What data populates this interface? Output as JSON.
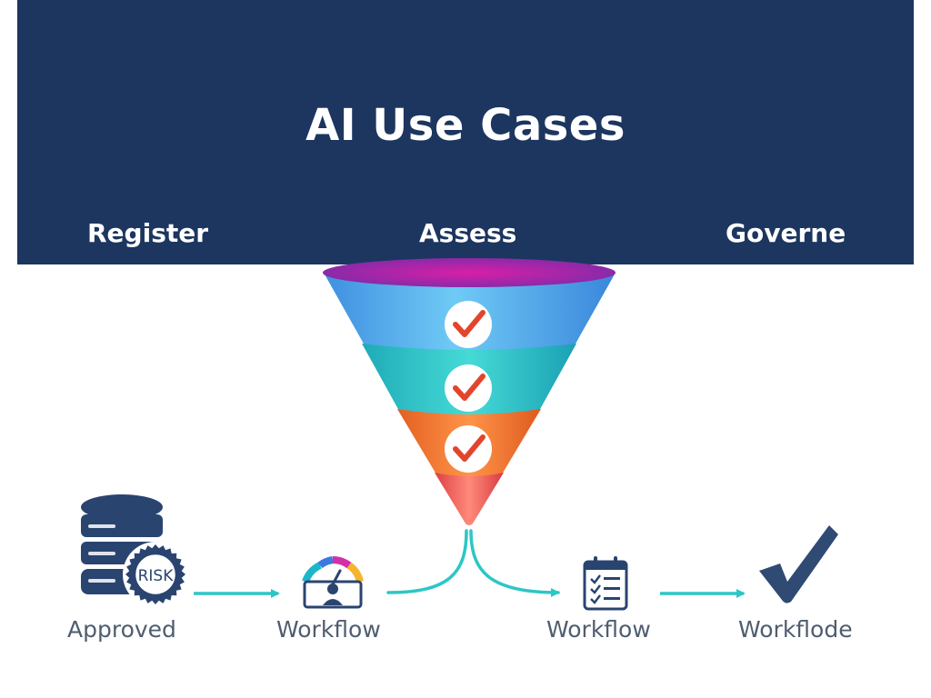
{
  "header": {
    "title": "AI Use Cases",
    "stages": [
      "Register",
      "Assess",
      "Governe"
    ]
  },
  "badge": {
    "text": "RISK"
  },
  "steps": [
    {
      "label": "Approved",
      "icon": "database-risk-icon"
    },
    {
      "label": "Workflow",
      "icon": "gauge-icon"
    },
    {
      "label": "Workflow",
      "icon": "checklist-icon"
    },
    {
      "label": "Workflode",
      "icon": "checkmark-icon"
    }
  ],
  "colors": {
    "banner": "#1c365f",
    "funnel_top": "#c21aa4",
    "funnel_blue": "#54b4ee",
    "funnel_teal": "#2ec9c9",
    "funnel_orange": "#f2762e",
    "funnel_tip": "#f0605c",
    "check": "#e2452c",
    "arrow": "#2dc6c6",
    "icon": "#2a4470"
  }
}
